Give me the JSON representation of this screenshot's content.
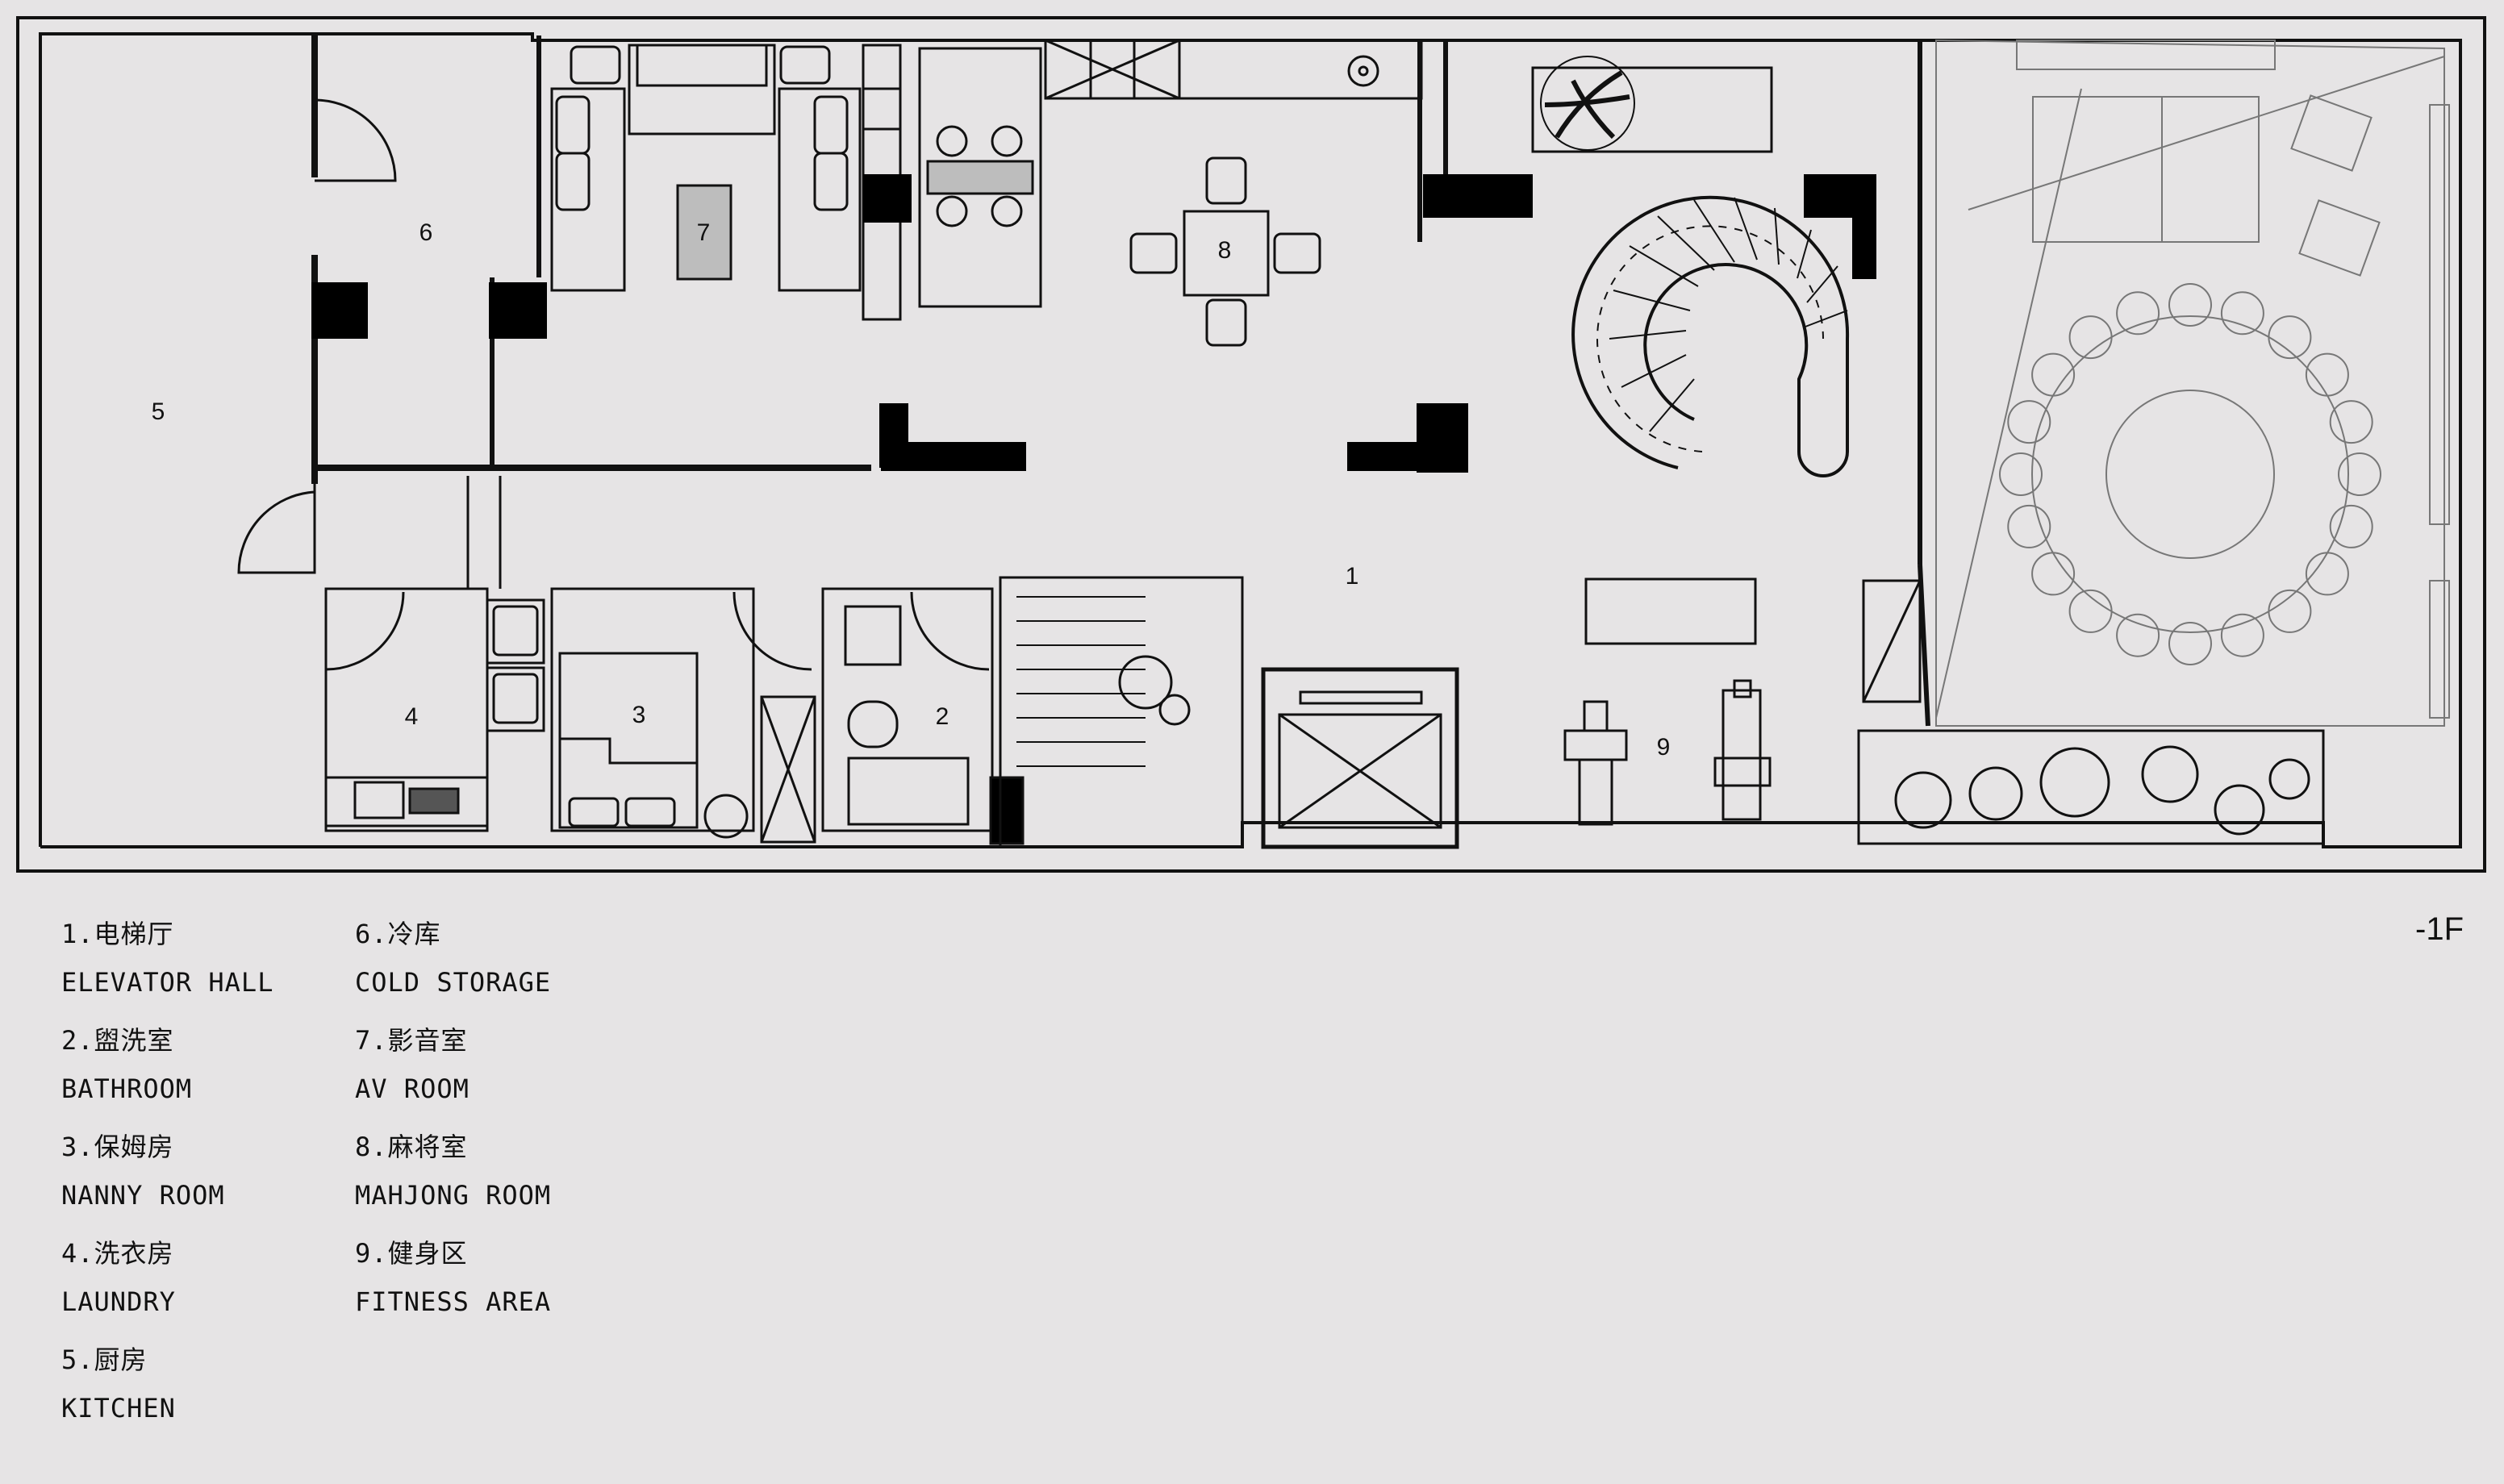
{
  "floor_label": "-1F",
  "room_numbers": [
    "1",
    "2",
    "3",
    "4",
    "5",
    "6",
    "7",
    "8",
    "9"
  ],
  "legend": {
    "col1": [
      {
        "cn": "1.电梯厅",
        "en": "ELEVATOR HALL"
      },
      {
        "cn": "2.盥洗室",
        "en": "BATHROOM"
      },
      {
        "cn": "3.保姆房",
        "en": "NANNY ROOM"
      },
      {
        "cn": "4.洗衣房",
        "en": "LAUNDRY"
      },
      {
        "cn": "5.厨房",
        "en": "KITCHEN"
      }
    ],
    "col2": [
      {
        "cn": "6.冷库",
        "en": "COLD STORAGE"
      },
      {
        "cn": "7.影音室",
        "en": "AV ROOM"
      },
      {
        "cn": "8.麻将室",
        "en": "MAHJONG ROOM"
      },
      {
        "cn": "9.健身区",
        "en": "FITNESS AREA"
      }
    ]
  },
  "colors": {
    "background": "#e6e4e5",
    "line": "#111111",
    "fill_solid": "#000000",
    "fill_gray": "#bdbdbd"
  }
}
